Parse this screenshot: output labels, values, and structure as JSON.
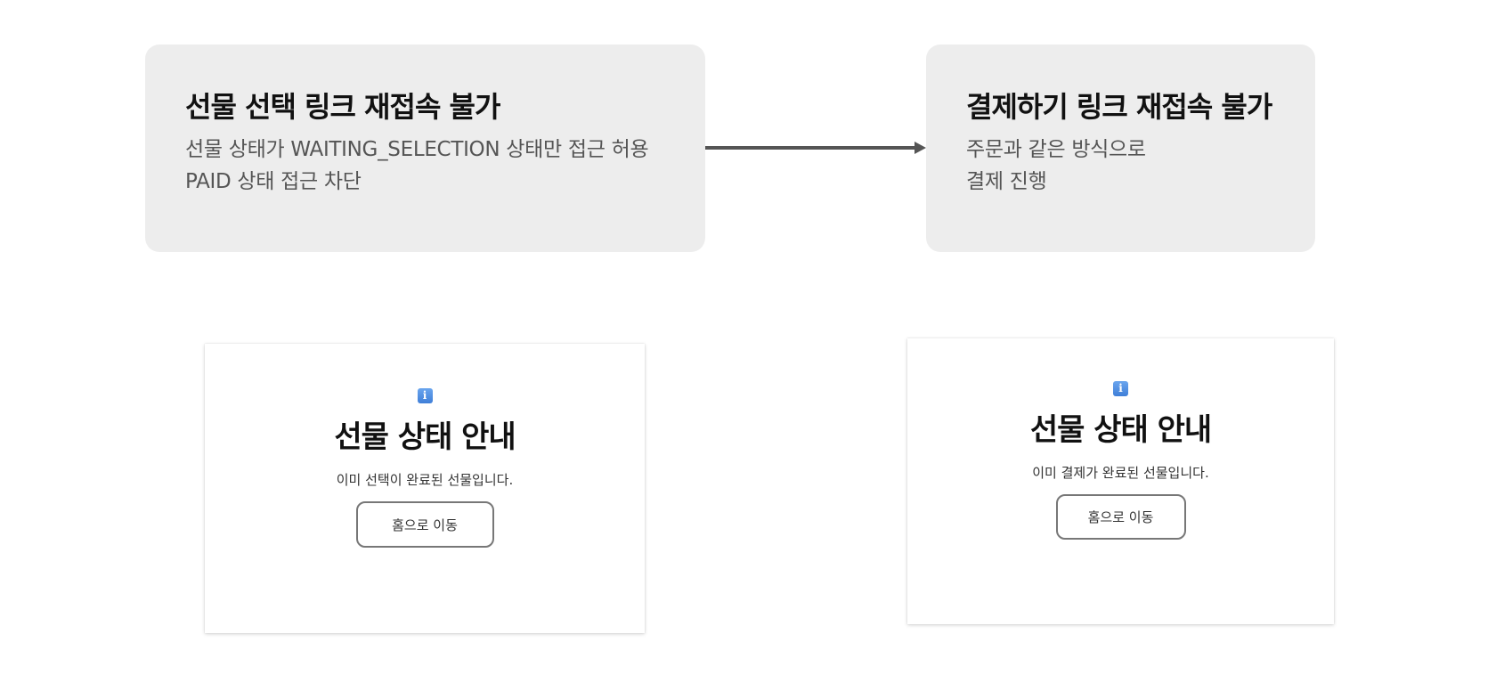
{
  "flow": {
    "left": {
      "title": "선물 선택 링크 재접속 불가",
      "lines": [
        "선물 상태가 WAITING_SELECTION 상태만 접근 허용",
        "PAID 상태 접근 차단"
      ]
    },
    "right": {
      "title": "결제하기 링크 재접속 불가",
      "lines": [
        "주문과 같은 방식으로",
        "결제 진행"
      ]
    },
    "arrow_color": "#555555",
    "box_color": "#ededed"
  },
  "screens": {
    "left": {
      "icon": "info-icon",
      "title": "선물 상태 안내",
      "message": "이미 선택이 완료된 선물입니다.",
      "button": "홈으로 이동"
    },
    "right": {
      "icon": "info-icon",
      "title": "선물 상태 안내",
      "message": "이미 결제가 완료된 선물입니다.",
      "button": "홈으로 이동"
    },
    "icon_color": "#3f7fd8"
  }
}
